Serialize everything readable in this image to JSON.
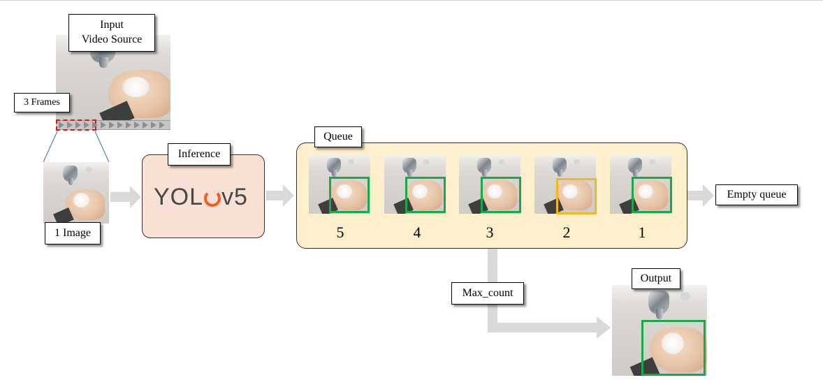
{
  "labels": {
    "input_source_line1": "Input",
    "input_source_line2": "Video Source",
    "three_frames": "3 Frames",
    "one_image": "1 Image",
    "inference": "Inference",
    "queue": "Queue",
    "empty_queue": "Empty queue",
    "max_count": "Max_count",
    "output": "Output"
  },
  "logo": {
    "text_left": "YOL",
    "text_right": "v5",
    "accent_color": "#f25c24"
  },
  "queue_items": [
    {
      "number": "5",
      "detection": "ok"
    },
    {
      "number": "4",
      "detection": "ok"
    },
    {
      "number": "3",
      "detection": "ok"
    },
    {
      "number": "2",
      "detection": "warn"
    },
    {
      "number": "1",
      "detection": "ok"
    }
  ],
  "colors": {
    "detection_ok": "#1aa84b",
    "detection_warn": "#f2b824",
    "frame_selection": "#e0151b",
    "inference_fill": "#f9e0d4",
    "queue_fill": "#fdefcb",
    "arrow": "#d9d9d9"
  }
}
